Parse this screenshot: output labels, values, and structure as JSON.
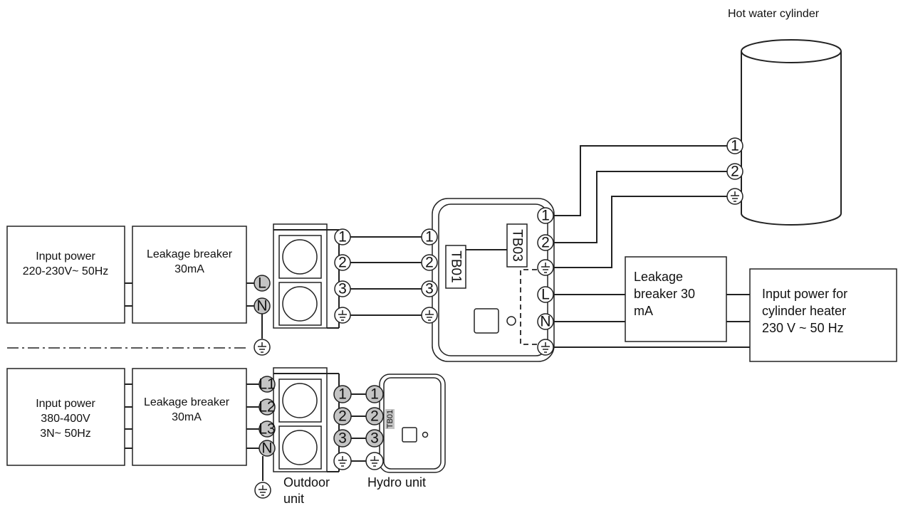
{
  "single_phase": {
    "input_power": [
      "Input power",
      "220-230V~ 50Hz"
    ],
    "breaker": [
      "Leakage breaker",
      "30mA"
    ],
    "supply_terminals": [
      "L",
      "N"
    ],
    "block_terminals": [
      "1",
      "2",
      "3"
    ],
    "tb01_terminals": [
      "1",
      "2",
      "3"
    ],
    "tb01_label": "TB01",
    "tb03_label": "TB03",
    "tb03_terminals": [
      "1",
      "2",
      "L",
      "N"
    ]
  },
  "cylinder": {
    "title": "Hot water cylinder",
    "terminals": [
      "1",
      "2"
    ]
  },
  "heater_supply": {
    "breaker": [
      "Leakage",
      "breaker 30",
      "mA"
    ],
    "input_power": [
      "Input power for",
      "cylinder heater",
      "230 V ~ 50 Hz"
    ]
  },
  "three_phase": {
    "input_power": [
      "Input power",
      "380-400V",
      "3N~ 50Hz"
    ],
    "breaker": [
      "Leakage breaker",
      "30mA"
    ],
    "supply_terminals": [
      "L1",
      "L2",
      "L3",
      "N"
    ],
    "block_terminals": [
      "1",
      "2",
      "3"
    ],
    "hydro_terminals": [
      "1",
      "2",
      "3"
    ],
    "tb01_label": "TB01",
    "outdoor_label": [
      "Outdoor",
      "unit"
    ],
    "hydro_label": "Hydro unit"
  },
  "colors": {
    "line": "#222222",
    "terminal_fill_grey": "#c4c4c4"
  }
}
